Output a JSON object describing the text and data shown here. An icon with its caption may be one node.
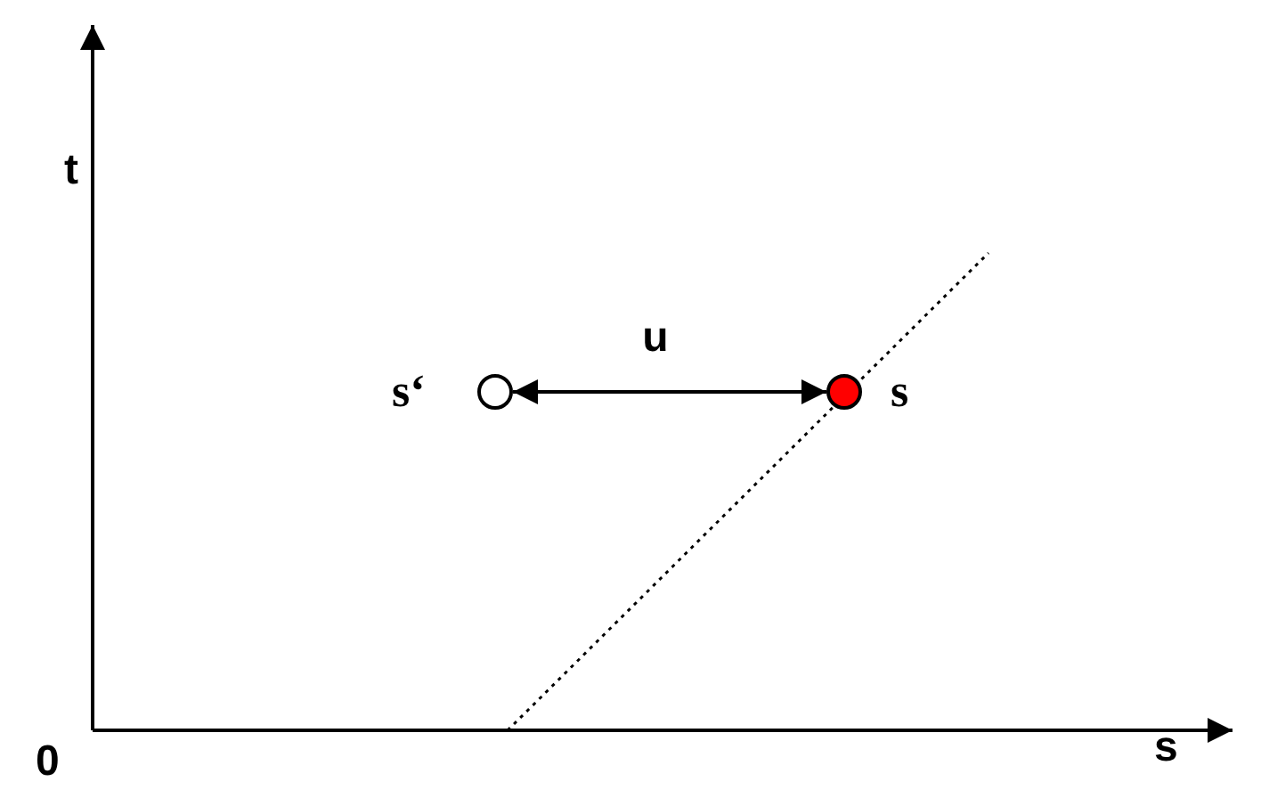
{
  "diagram": {
    "nodes": [
      {
        "text": [],
        "shape": "circle",
        "beside": [
          "s‘"
        ]
      },
      {
        "text": [],
        "shape": "circle",
        "beside": [
          "s"
        ]
      }
    ],
    "edges": [
      {
        "from": 0,
        "to": 1,
        "arrow": "both",
        "label": "u"
      }
    ],
    "labels": [
      "t",
      "0",
      "s"
    ]
  }
}
